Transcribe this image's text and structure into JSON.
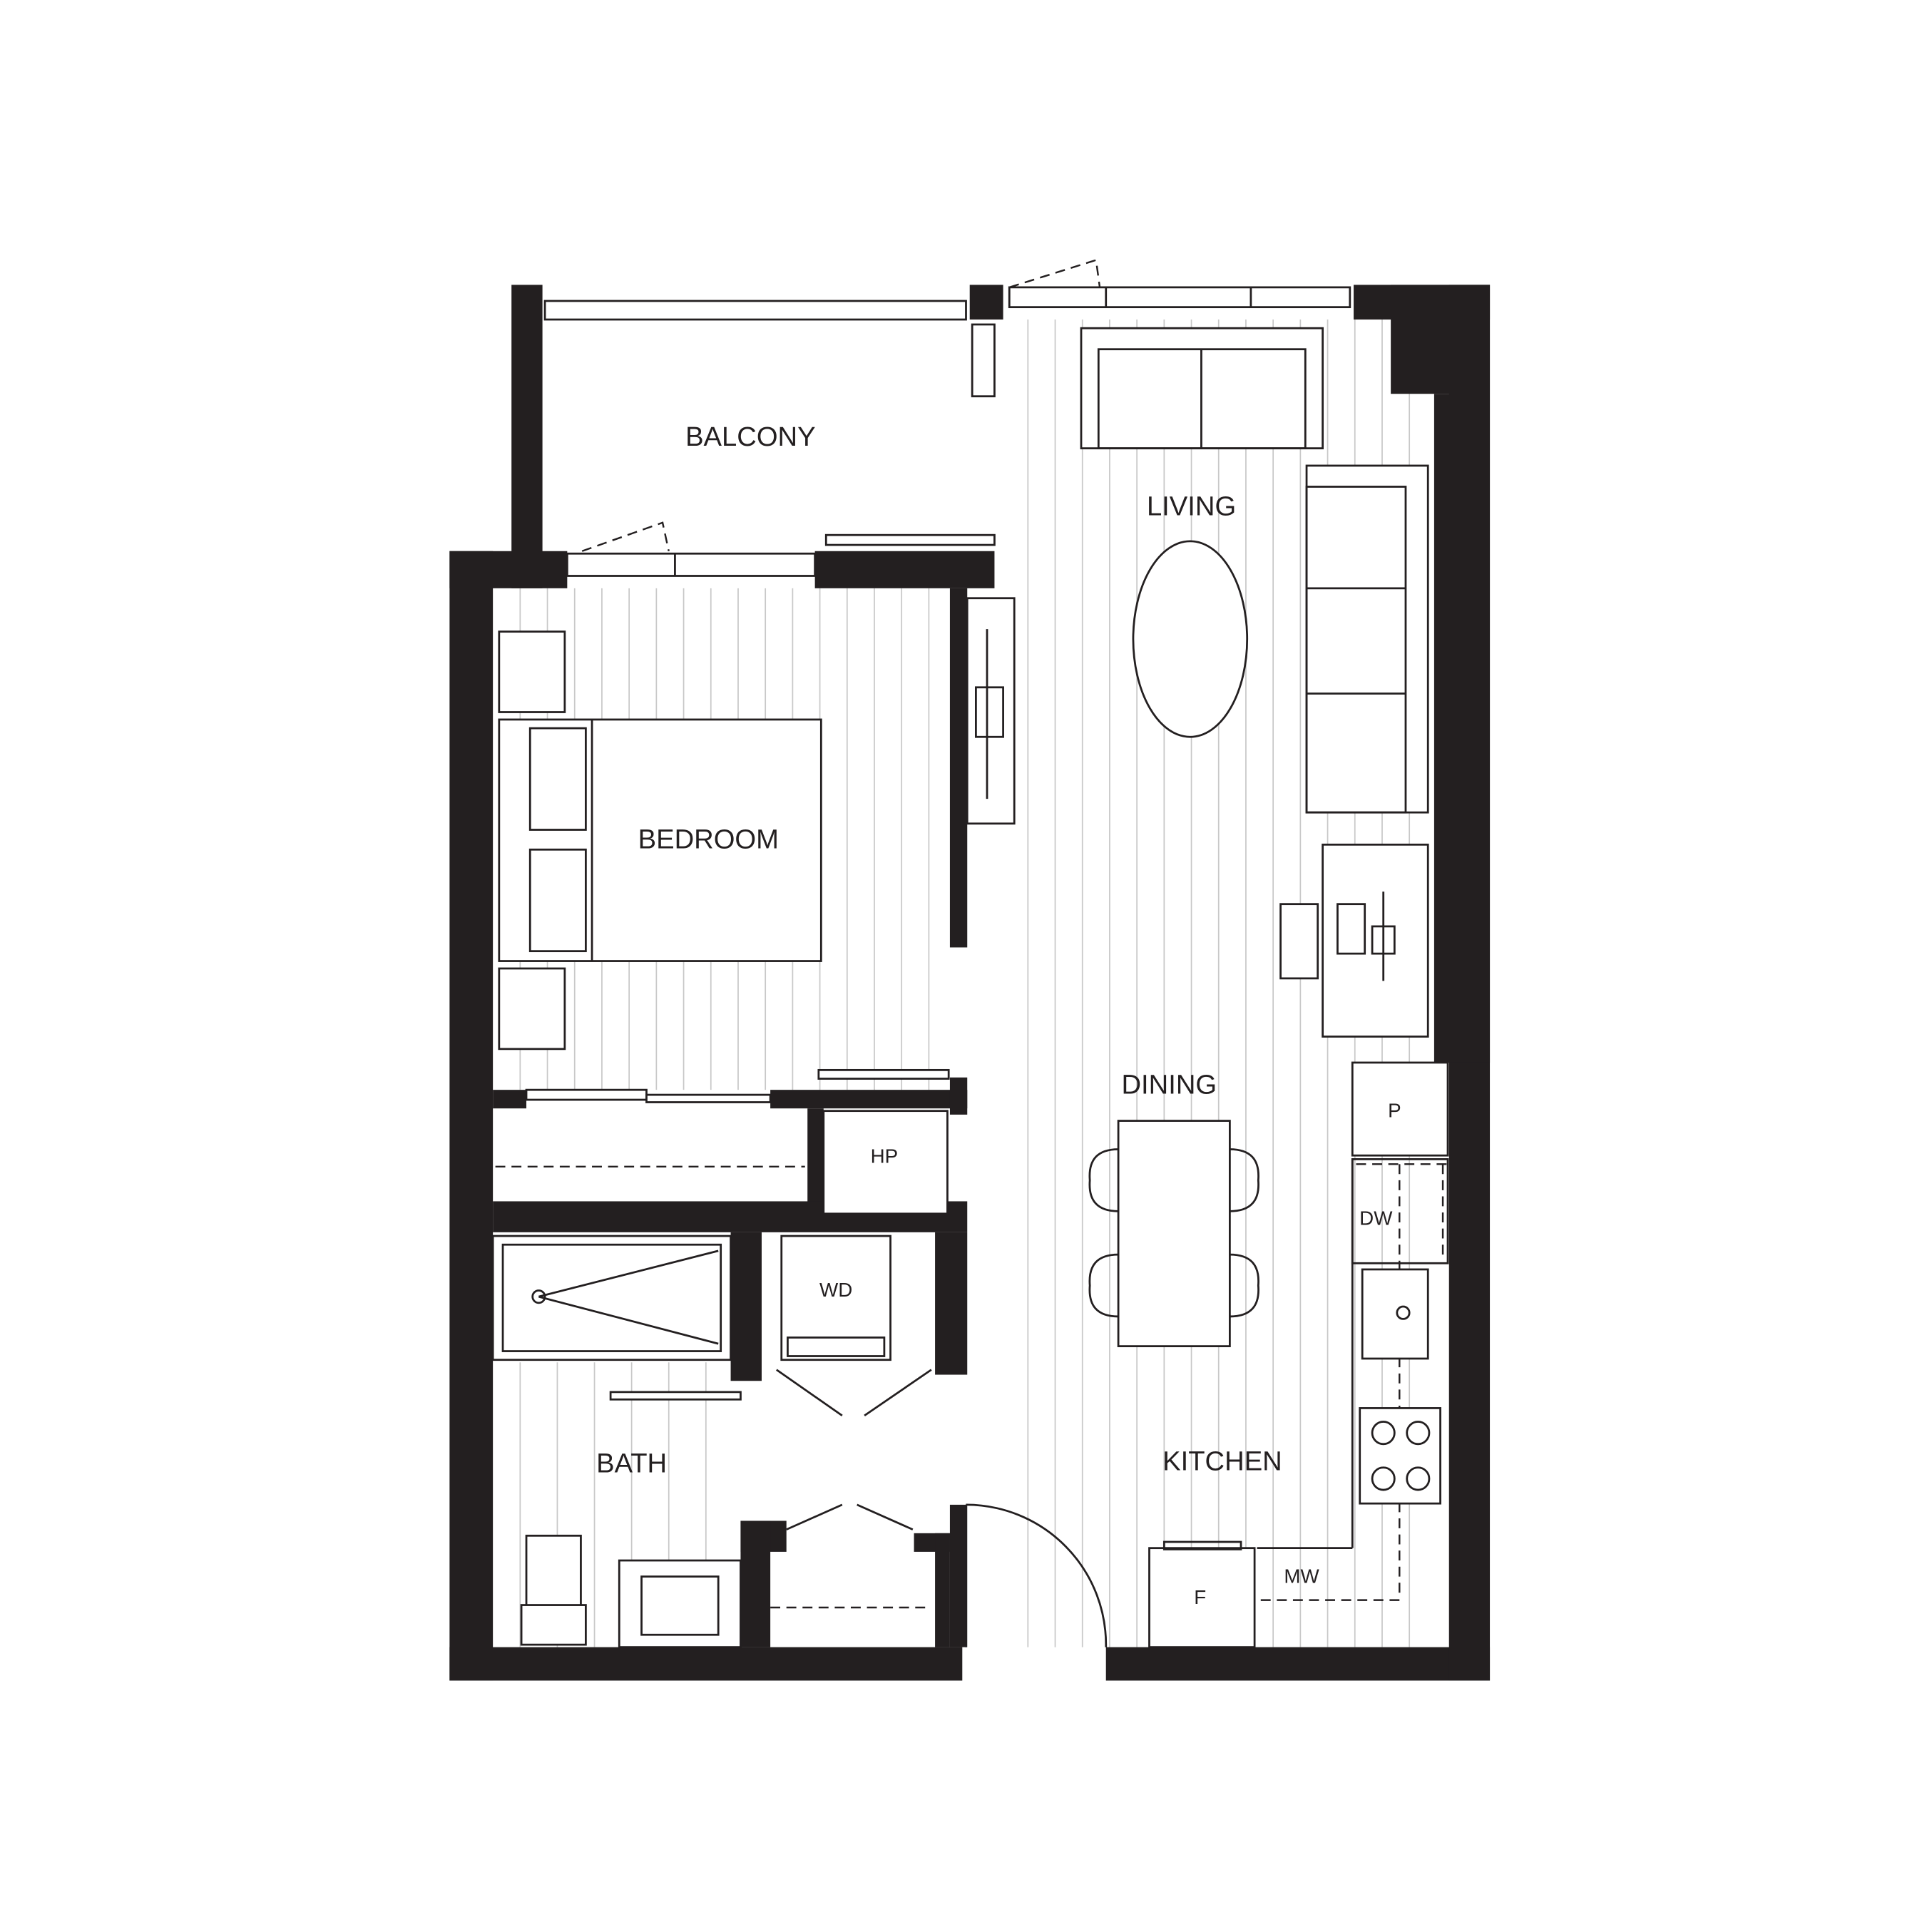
{
  "rooms": {
    "balcony": "BALCONY",
    "living": "LIVING",
    "bedroom": "BEDROOM",
    "dining": "DINING",
    "kitchen": "KITCHEN",
    "bath": "BATH"
  },
  "appliances": {
    "hp": "HP",
    "wd": "WD",
    "p": "P",
    "dw": "DW",
    "f": "F",
    "mw": "MW"
  },
  "colors": {
    "wall": "#231f20",
    "floor_lines": "#c8c8c8"
  }
}
